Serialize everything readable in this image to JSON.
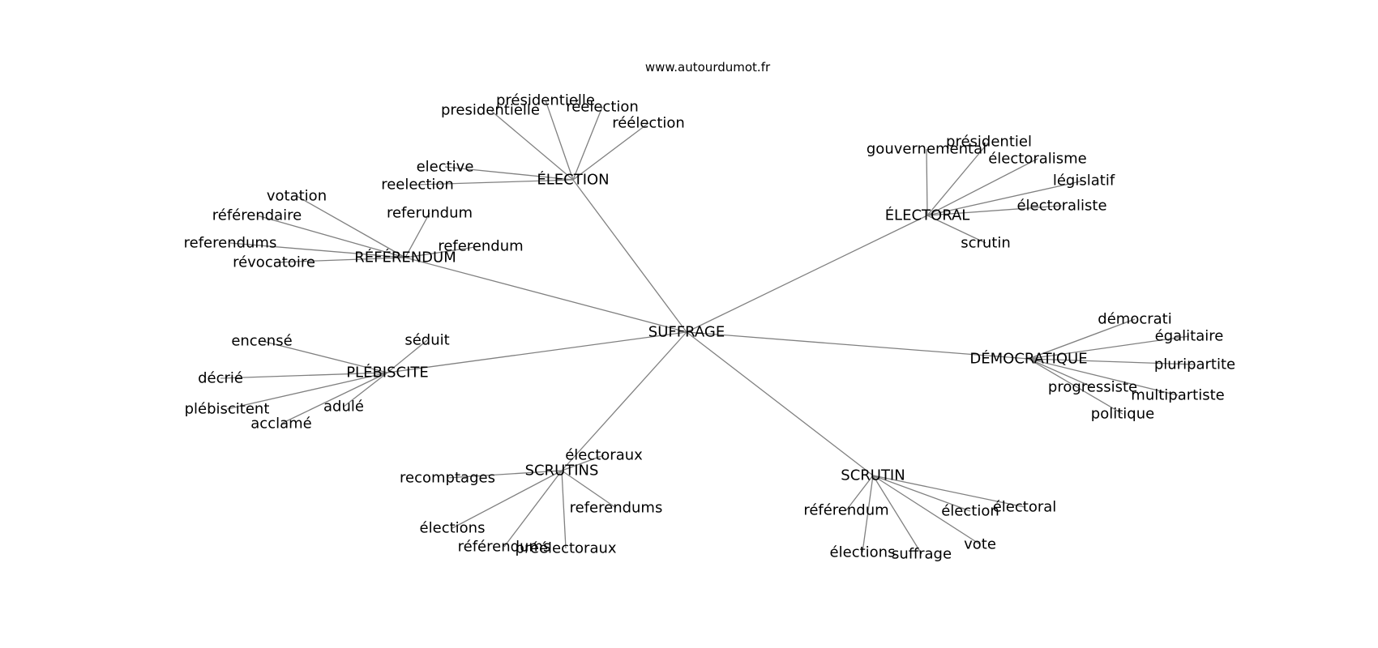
{
  "site": "www.autourdumot.fr",
  "graph": {
    "center": "SUFFRAGE",
    "groups": [
      {
        "hub": "ÉLECTION",
        "leaves": [
          "presidentielle",
          "présidentielle",
          "réelection",
          "réélection",
          "elective",
          "reelection"
        ]
      },
      {
        "hub": "RÉFÉRENDUM",
        "leaves": [
          "votation",
          "référendaire",
          "referendums",
          "révocatoire",
          "referundum",
          "referendum"
        ]
      },
      {
        "hub": "ÉLECTORAL",
        "leaves": [
          "gouvernemental",
          "présidentiel",
          "électoralisme",
          "législatif",
          "électoraliste",
          "scrutin"
        ]
      },
      {
        "hub": "PLÉBISCITE",
        "leaves": [
          "encensé",
          "séduit",
          "décrié",
          "plébiscitent",
          "adulé",
          "acclamé"
        ]
      },
      {
        "hub": "DÉMOCRATIQUE",
        "leaves": [
          "démocrati",
          "égalitaire",
          "pluripartite",
          "progressiste",
          "multipartiste",
          "politique"
        ]
      },
      {
        "hub": "SCRUTINS",
        "leaves": [
          "électoraux",
          "recomptages",
          "referendums",
          "élections",
          "référendums",
          "préélectoraux"
        ]
      },
      {
        "hub": "SCRUTIN",
        "leaves": [
          "référendum",
          "élection",
          "électoral",
          "élections",
          "suffrage",
          "vote"
        ]
      }
    ]
  }
}
